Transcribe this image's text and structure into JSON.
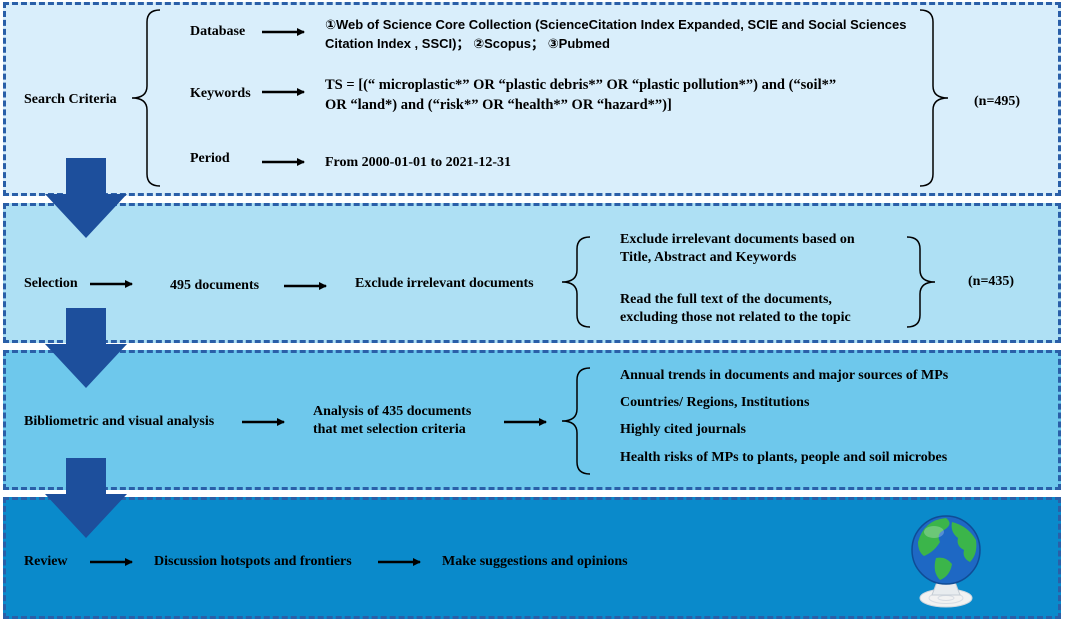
{
  "search": {
    "label": "Search Criteria",
    "database_label": "Database",
    "database_line1": "①Web of Science Core Collection (ScienceCitation Index Expanded, SCIE and Social Sciences",
    "database_line2": "Citation Index , SSCI)； ②Scopus； ③Pubmed",
    "keywords_label": "Keywords",
    "keywords_line1": "TS = [(“ microplastic*”   OR  “plastic debris*”    OR  “plastic pollution*”) and (“soil*”",
    "keywords_line2": "OR  “land*) and (“risk*”  OR  “health*”  OR  “hazard*”)]",
    "period_label": "Period",
    "period_value": "From 2000-01-01 to 2021-12-31",
    "count": "(n=495)"
  },
  "selection": {
    "label": "Selection",
    "docs": "495 documents",
    "exclude": "Exclude irrelevant documents",
    "crit1_line1": "Exclude irrelevant documents based on",
    "crit1_line2": "Title, Abstract and Keywords",
    "crit2_line1": "Read the full text of the documents,",
    "crit2_line2": "excluding those not related to the topic",
    "count": "(n=435)"
  },
  "analysis": {
    "label": "Bibliometric and visual analysis",
    "docs_line1": "Analysis of 435 documents",
    "docs_line2": "that met selection criteria",
    "items": [
      "Annual trends in documents and major sources of MPs",
      "Countries/ Regions, Institutions",
      "Highly cited journals",
      "Health risks of MPs to plants, people and soil microbes"
    ]
  },
  "review": {
    "label": "Review",
    "step1": "Discussion hotspots and frontiers",
    "step2": "Make suggestions and opinions"
  },
  "colors": {
    "panel1": "#d9eefb",
    "panel2": "#aee0f4",
    "panel3": "#6ec8ec",
    "panel4": "#0a8acb",
    "border": "#2a5fa8",
    "big_arrow": "#1d4f9c"
  },
  "icons": [
    "globe-icon"
  ]
}
